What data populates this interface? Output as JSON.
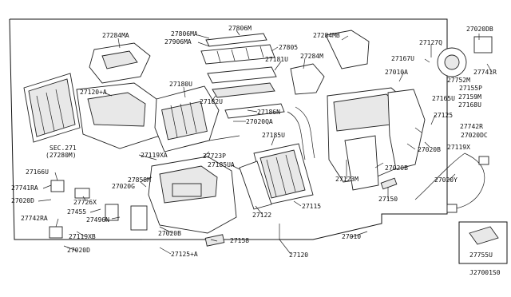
{
  "diagram_id": "J27001S0",
  "callouts": [
    {
      "text": "27284MA"
    },
    {
      "text": "27806MA"
    },
    {
      "text": "27806M"
    },
    {
      "text": "27906MA"
    },
    {
      "text": "27805"
    },
    {
      "text": "27284MB"
    },
    {
      "text": "27127Q"
    },
    {
      "text": "27020DB"
    },
    {
      "text": "27181U"
    },
    {
      "text": "27284M"
    },
    {
      "text": "27167U"
    },
    {
      "text": "27741R"
    },
    {
      "text": "27180U"
    },
    {
      "text": "27010A"
    },
    {
      "text": "27752M"
    },
    {
      "text": "27155P"
    },
    {
      "text": "27120+A"
    },
    {
      "text": "27182U"
    },
    {
      "text": "27159M"
    },
    {
      "text": "27165U"
    },
    {
      "text": "27168U"
    },
    {
      "text": "27186N"
    },
    {
      "text": "27125"
    },
    {
      "text": "27020QA"
    },
    {
      "text": "27742R"
    },
    {
      "text": "27020DC"
    },
    {
      "text": "SEC.271"
    },
    {
      "text": "(27280M)"
    },
    {
      "text": "27185U"
    },
    {
      "text": "27119X"
    },
    {
      "text": "27119XA"
    },
    {
      "text": "27723P"
    },
    {
      "text": "27020B"
    },
    {
      "text": "27858M"
    },
    {
      "text": "27185UA"
    },
    {
      "text": "27020B"
    },
    {
      "text": "27166U"
    },
    {
      "text": "27020G"
    },
    {
      "text": "27741RA"
    },
    {
      "text": "27123M"
    },
    {
      "text": "27020Y"
    },
    {
      "text": "27020D"
    },
    {
      "text": "27726X"
    },
    {
      "text": "27122"
    },
    {
      "text": "27115"
    },
    {
      "text": "27150"
    },
    {
      "text": "27742RA"
    },
    {
      "text": "27455"
    },
    {
      "text": "27496N"
    },
    {
      "text": "27119XB"
    },
    {
      "text": "27020B"
    },
    {
      "text": "27010"
    },
    {
      "text": "27020D"
    },
    {
      "text": "27158"
    },
    {
      "text": "27125+A"
    },
    {
      "text": "27120"
    },
    {
      "text": "27755U"
    }
  ]
}
